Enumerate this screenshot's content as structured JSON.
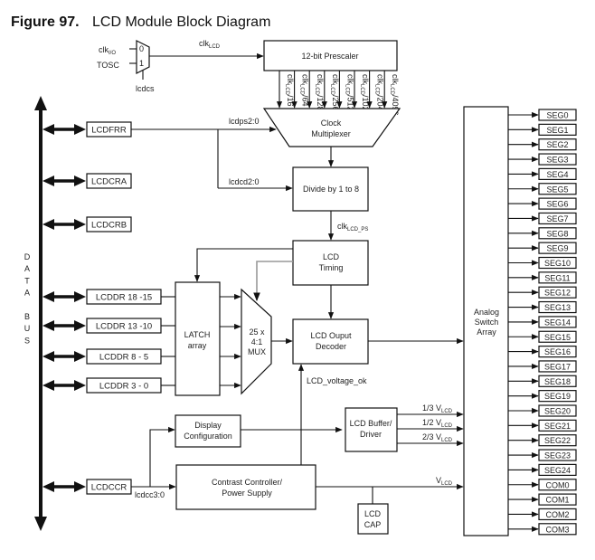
{
  "figure": {
    "number_label": "Figure 97.",
    "title": "LCD Module Block Diagram"
  },
  "clock_select": {
    "inputs": [
      {
        "label": "clk",
        "sub": "I/O",
        "mux_index": "0"
      },
      {
        "label": "TOSC",
        "sub": "",
        "mux_index": "1"
      }
    ],
    "select_label": "lcdcs",
    "output_label": "clk",
    "output_sub": "LCD"
  },
  "prescaler": {
    "label": "12-bit Prescaler",
    "outputs": [
      {
        "label": "clk",
        "sub": "LCD",
        "div": "/16"
      },
      {
        "label": "clk",
        "sub": "LCD",
        "div": "/64"
      },
      {
        "label": "clk",
        "sub": "LCD",
        "div": "/128"
      },
      {
        "label": "clk",
        "sub": "LCD",
        "div": "/256"
      },
      {
        "label": "clk",
        "sub": "LCD",
        "div": "/512"
      },
      {
        "label": "clk",
        "sub": "LCD",
        "div": "/1024"
      },
      {
        "label": "clk",
        "sub": "LCD",
        "div": "/2048"
      },
      {
        "label": "clk",
        "sub": "LCD",
        "div": "/4096"
      }
    ]
  },
  "clock_mux": {
    "line1": "Clock",
    "line2": "Multiplexer",
    "select_label": "lcdps2:0"
  },
  "divider": {
    "label": "Divide  by 1 to 8",
    "select_label": "lcdcd2:0",
    "output_label": "clk",
    "output_sub": "LCD_PS"
  },
  "lcd_timing": {
    "line1": "LCD",
    "line2": "Timing"
  },
  "data_bus": {
    "letters": [
      "D",
      "A",
      "T",
      "A",
      "",
      "B",
      "U",
      "S"
    ]
  },
  "registers": [
    {
      "id": "lcdfrr",
      "label": "LCDFRR"
    },
    {
      "id": "lcdcra",
      "label": "LCDCRA"
    },
    {
      "id": "lcdcrb",
      "label": "LCDCRB"
    },
    {
      "id": "lcddr18",
      "label": "LCDDR 18 -15"
    },
    {
      "id": "lcddr13",
      "label": "LCDDR 13 -10"
    },
    {
      "id": "lcddr8",
      "label": "LCDDR 8 - 5"
    },
    {
      "id": "lcddr3",
      "label": "LCDDR 3 - 0"
    },
    {
      "id": "lcdccr",
      "label": "LCDCCR"
    }
  ],
  "latch": {
    "line1": "LATCH",
    "line2": "array"
  },
  "mux": {
    "line1": "25 x",
    "line2": "4:1",
    "line3": "MUX"
  },
  "decoder": {
    "line1": "LCD Ouput",
    "line2": "Decoder",
    "voltage_ok_label": "LCD_voltage_ok"
  },
  "display_config": {
    "line1": "Display",
    "line2": "Configuration"
  },
  "contrast": {
    "line1": "Contrast Controller/",
    "line2": "Power Supply",
    "select_label": "lcdcc3:0"
  },
  "buffer": {
    "line1": "LCD Buffer/",
    "line2": "Driver"
  },
  "buffer_outputs": [
    {
      "frac": "1/3 V",
      "sub": "LCD"
    },
    {
      "frac": "1/2 V",
      "sub": "LCD"
    },
    {
      "frac": "2/3 V",
      "sub": "LCD"
    }
  ],
  "vlcd": {
    "label": "V",
    "sub": "LCD"
  },
  "lcd_cap": {
    "line1": "LCD",
    "line2": "CAP"
  },
  "analog_switch": {
    "line1": "Analog",
    "line2": "Switch",
    "line3": "Array"
  },
  "outputs": [
    "SEG0",
    "SEG1",
    "SEG2",
    "SEG3",
    "SEG4",
    "SEG5",
    "SEG6",
    "SEG7",
    "SEG8",
    "SEG9",
    "SEG10",
    "SEG11",
    "SEG12",
    "SEG13",
    "SEG14",
    "SEG15",
    "SEG16",
    "SEG17",
    "SEG18",
    "SEG19",
    "SEG20",
    "SEG21",
    "SEG22",
    "SEG23",
    "SEG24",
    "COM0",
    "COM1",
    "COM2",
    "COM3"
  ]
}
